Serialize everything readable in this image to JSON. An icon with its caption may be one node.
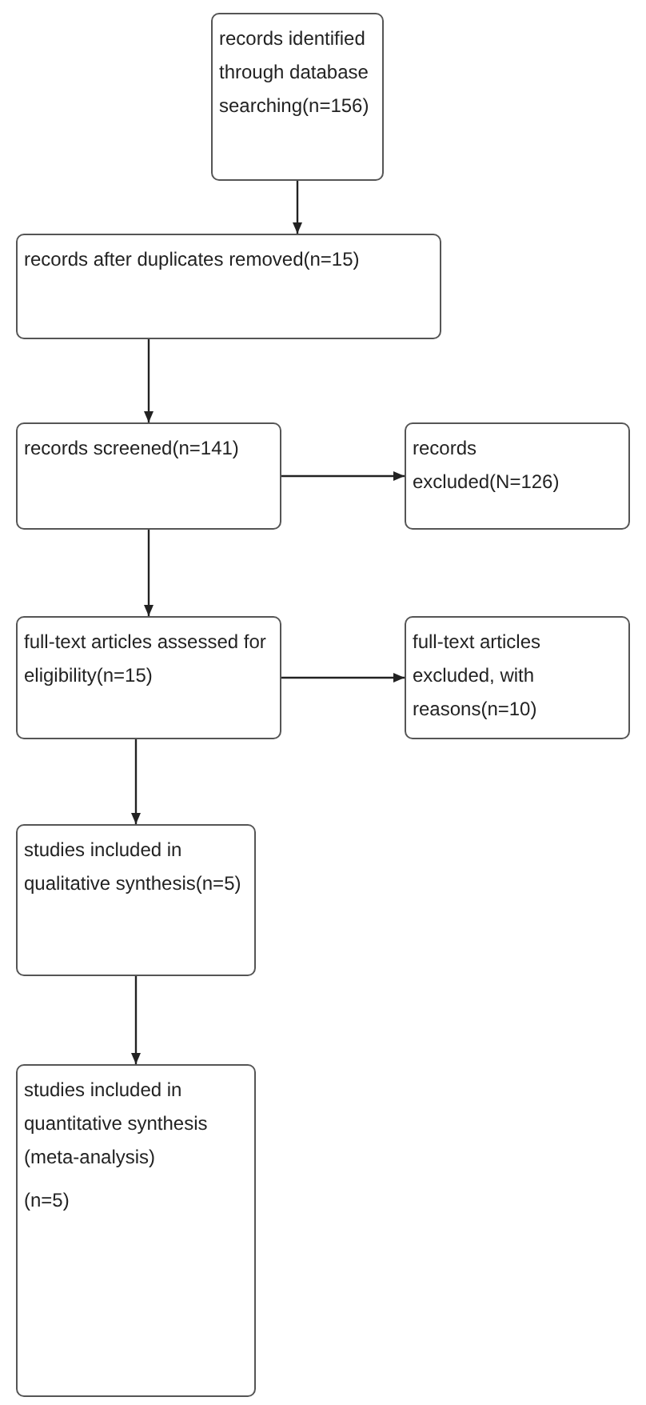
{
  "diagram": {
    "nodes": [
      {
        "text": [
          "records identified through database searching(n=156)"
        ]
      },
      {
        "text": [
          "records after duplicates removed(n=15)"
        ]
      },
      {
        "text": [
          "records screened(n=141)"
        ]
      },
      {
        "text": [
          "records excluded(N=126)"
        ]
      },
      {
        "text": [
          "full-text articles assessed for eligibility(n=15)"
        ]
      },
      {
        "text": [
          "full-text articles excluded, with reasons(n=10)"
        ]
      },
      {
        "text": [
          "studies included in qualitative synthesis(n=5)"
        ]
      },
      {
        "text": [
          "studies included in quantitative synthesis (meta-analysis)",
          "(n=5)"
        ]
      }
    ],
    "edges": [
      {
        "from": 0,
        "to": 1,
        "arrow": "to"
      },
      {
        "from": 1,
        "to": 2,
        "arrow": "to"
      },
      {
        "from": 2,
        "to": 3,
        "arrow": "to"
      },
      {
        "from": 2,
        "to": 4,
        "arrow": "to"
      },
      {
        "from": 4,
        "to": 5,
        "arrow": "to"
      },
      {
        "from": 4,
        "to": 6,
        "arrow": "to"
      },
      {
        "from": 6,
        "to": 7,
        "arrow": "to"
      }
    ]
  }
}
